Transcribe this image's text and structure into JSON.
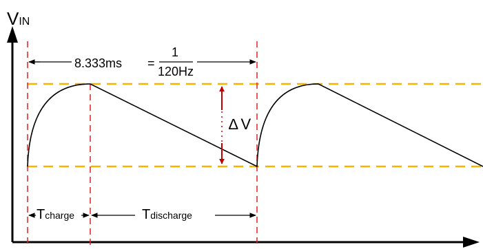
{
  "axes": {
    "y_main": "V",
    "y_sub": "IN"
  },
  "period": {
    "value": "8.333ms",
    "equals": "=",
    "numerator": "1",
    "denominator": "120Hz"
  },
  "ripple": {
    "delta": "∆",
    "v": "V"
  },
  "charge": {
    "main": "T",
    "sub": "charge"
  },
  "discharge": {
    "main": "T",
    "sub": "discharge"
  },
  "colors": {
    "level_lines": "#f5b400",
    "time_markers": "#e02020",
    "ripple_arrow": "#c00000",
    "waveform": "#000000"
  }
}
